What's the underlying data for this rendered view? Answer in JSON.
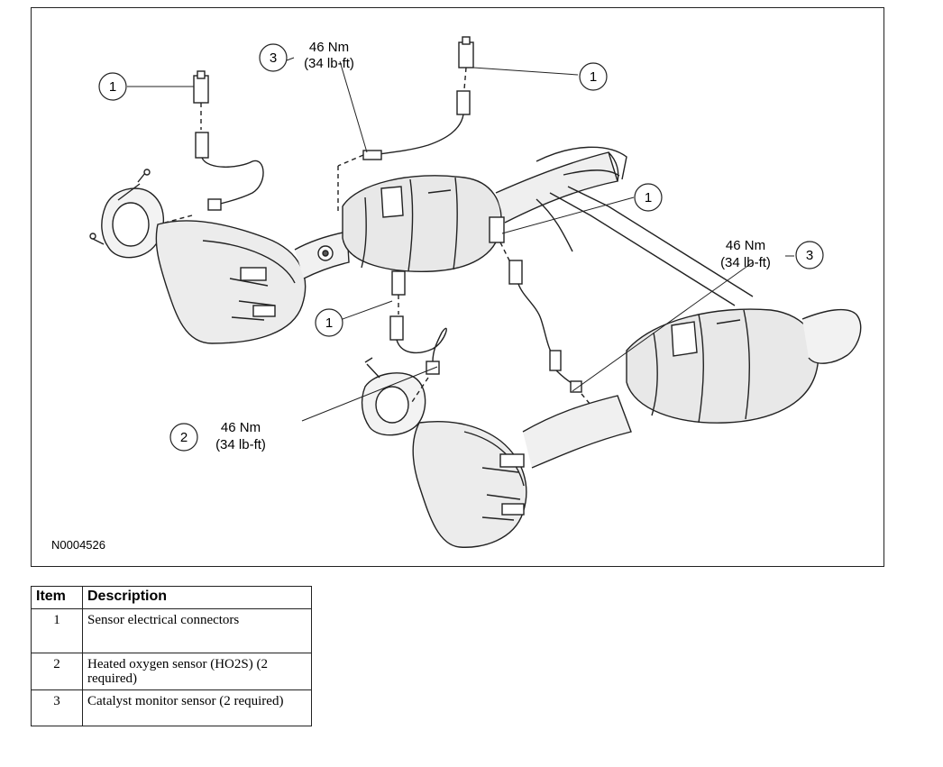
{
  "callouts": {
    "c1a": "1",
    "c1b": "1",
    "c1c": "1",
    "c1d": "1",
    "c2": "2",
    "c3a": "3",
    "c3b": "3"
  },
  "torque": {
    "t1_nm": "46 Nm",
    "t1_lbft": "(34 lb-ft)",
    "t2_nm": "46 Nm",
    "t2_lbft": "(34 lb-ft)",
    "t3_nm": "46 Nm",
    "t3_lbft": "(34 lb-ft)"
  },
  "figure_id": "N0004526",
  "legend": {
    "header_item": "Item",
    "header_description": "Description",
    "rows": [
      {
        "item": "1",
        "description": "Sensor electrical connectors"
      },
      {
        "item": "2",
        "description": "Heated oxygen sensor (HO2S) (2 required)"
      },
      {
        "item": "3",
        "description": "Catalyst monitor sensor (2 required)"
      }
    ]
  }
}
